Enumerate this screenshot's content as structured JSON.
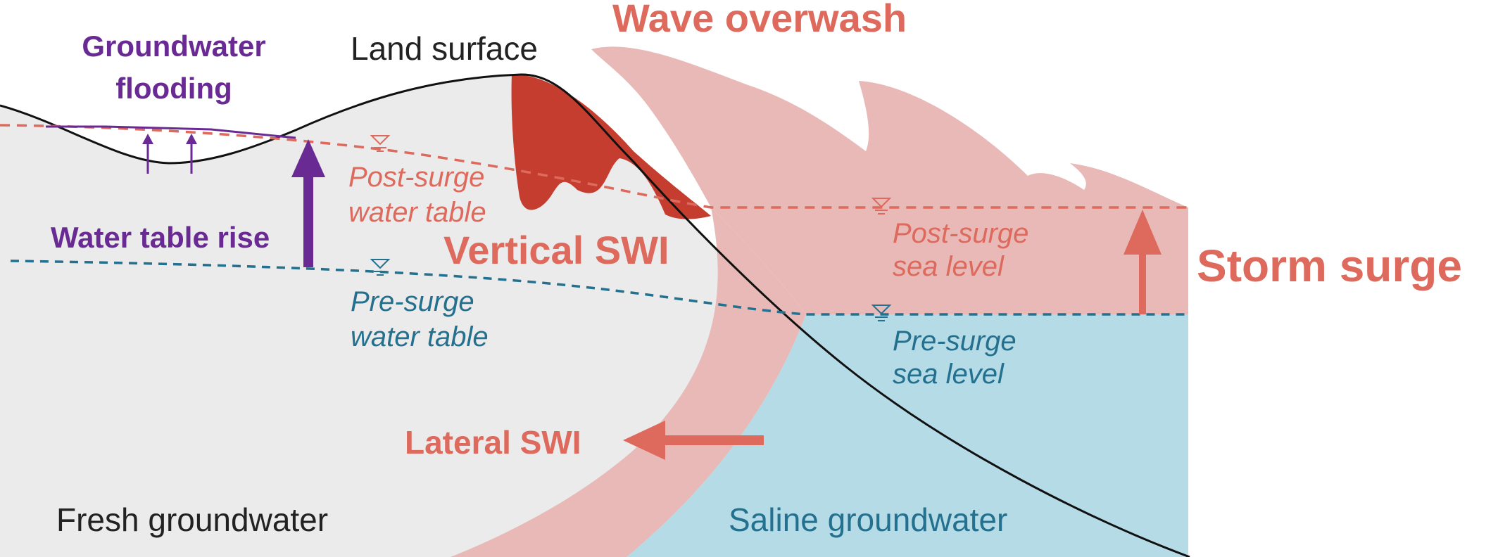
{
  "labels": {
    "wave_overwash": "Wave overwash",
    "groundwater_flooding_line1": "Groundwater",
    "groundwater_flooding_line2": "flooding",
    "land_surface": "Land surface",
    "post_surge_water_table_line1": "Post-surge",
    "post_surge_water_table_line2": "water table",
    "vertical_swi": "Vertical SWI",
    "water_table_rise": "Water table rise",
    "pre_surge_water_table_line1": "Pre-surge",
    "pre_surge_water_table_line2": "water table",
    "post_surge_sea_level_line1": "Post-surge",
    "post_surge_sea_level_line2": "sea level",
    "storm_surge": "Storm surge",
    "pre_surge_sea_level_line1": "Pre-surge",
    "pre_surge_sea_level_line2": "sea level",
    "lateral_swi": "Lateral SWI",
    "fresh_groundwater": "Fresh groundwater",
    "saline_groundwater": "Saline groundwater"
  },
  "colors": {
    "fresh_groundwater": "#ebebeb",
    "saline_groundwater": "#b5dbe7",
    "overwash_pink": "#e8b9b6",
    "vertical_swi_red": "#c43d2f",
    "surge_coral": "#dd6a5c",
    "pre_surge_blue": "#24708f",
    "flooding_purple": "#6a2a93",
    "land_line": "#111111"
  }
}
